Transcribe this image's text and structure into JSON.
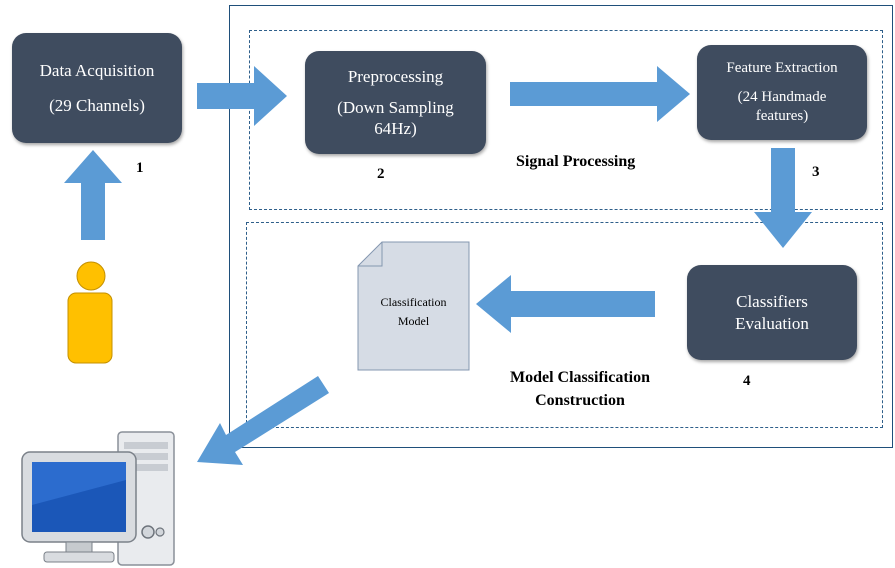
{
  "blocks": {
    "data_acquisition": {
      "line1": "Data Acquisition",
      "line2": "(29 Channels)"
    },
    "preprocessing": {
      "line1": "Preprocessing",
      "line2": "(Down Sampling",
      "line3": "64Hz)"
    },
    "feature_extraction": {
      "line1": "Feature Extraction",
      "line2": "(24 Handmade",
      "line3": "features)"
    },
    "classifiers_evaluation": {
      "line1": "Classifiers",
      "line2": "Evaluation"
    },
    "classification_model": {
      "line1": "Classification",
      "line2": "Model"
    }
  },
  "numbers": {
    "n1": "1",
    "n2": "2",
    "n3": "3",
    "n4": "4"
  },
  "sections": {
    "signal_processing": "Signal Processing",
    "model_construction_line1": "Model Classification",
    "model_construction_line2": "Construction"
  },
  "icons": {
    "person": "person-icon",
    "computer": "desktop-computer-icon",
    "document": "document-icon",
    "arrow": "block-arrow-icon"
  },
  "colors": {
    "block_fill": "#3f4c5f",
    "arrow_fill": "#5b9bd5",
    "person_fill": "#ffc000",
    "document_fill": "#d6dce5",
    "frame_border": "#1f4f7a"
  }
}
